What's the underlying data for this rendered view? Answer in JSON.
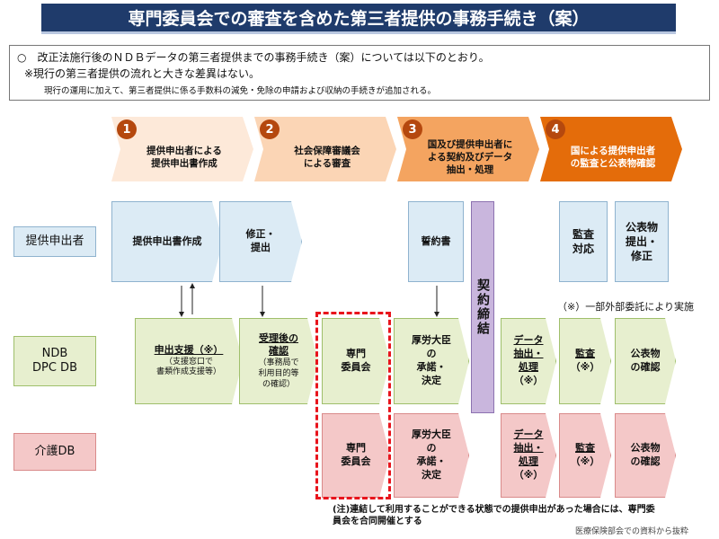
{
  "title": "専門委員会での審査を含めた第三者提供の事務手続き（案）",
  "intro": {
    "line1": "○　改正法施行後のＮＤＢデータの第三者提供までの事務手続き（案）については以下のとおり。",
    "line2": "※現行の第三者提供の流れと大きな差異はない。",
    "line3": "現行の運用に加えて、第三者提供に係る手数料の減免・免除の申請および収納の手続きが追加される。"
  },
  "steps": [
    {
      "num": "1",
      "label": "提供申出者による\n提供申出書作成"
    },
    {
      "num": "2",
      "label": "社会保障審議会\nによる審査"
    },
    {
      "num": "3",
      "label": "国及び提供申出者に\nよる契約及びデータ\n抽出・処理"
    },
    {
      "num": "4",
      "label": "国による提供申出者\nの監査と公表物確認"
    }
  ],
  "rows": {
    "applicant": "提供申出者",
    "ndb": "NDB\nDPC DB",
    "kaigo": "介護DB"
  },
  "applicant_boxes": {
    "create": "提供申出書作成",
    "revise": "修正・\n提出",
    "pledge": "誓約書",
    "audit": "監査\n対応",
    "publish": "公表物\n提出・\n修正"
  },
  "contract": "契約締結",
  "ndb_boxes": {
    "support": "申出支援（※）",
    "support_sub": "（支援窓口で\n書類作成支援等）",
    "confirm": "受理後の\n確認",
    "confirm_sub": "（事務局で\n利用目的等\nの確認）",
    "committee": "専門\n委員会",
    "approval": "厚労大臣\nの\n承諾・\n決定",
    "data": "データ\n抽出・\n処理",
    "data_note": "（※）",
    "audit": "監査",
    "audit_note": "（※）",
    "publish": "公表物\nの確認"
  },
  "kaigo_boxes": {
    "committee": "専門\n委員会",
    "approval": "厚労大臣\nの\n承諾・\n決定",
    "data": "データ\n抽出・\n処理",
    "data_note": "（※）",
    "audit": "監査",
    "audit_note": "（※）",
    "publish": "公表物\nの確認"
  },
  "outsource_note": "（※）一部外部委託により実施",
  "bottom_note": "(注)連結して利用することができる状態での提供申出があった場合には、専門委\n員会を合同開催とする",
  "source_note": "医療保険部会での資料から抜粋",
  "colors": {
    "title_bg": "#1f3b6b",
    "step1": "#fde9d9",
    "step2": "#fbd5b5",
    "step3": "#f4a460",
    "step4": "#e46c0a",
    "num_circle": "#b5480e",
    "blue_box": "#dcebf5",
    "green_box": "#e7efcf",
    "pink_box": "#f4c8c8",
    "contract": "#c9b6dd",
    "dashed_outline": "#e8141c"
  }
}
